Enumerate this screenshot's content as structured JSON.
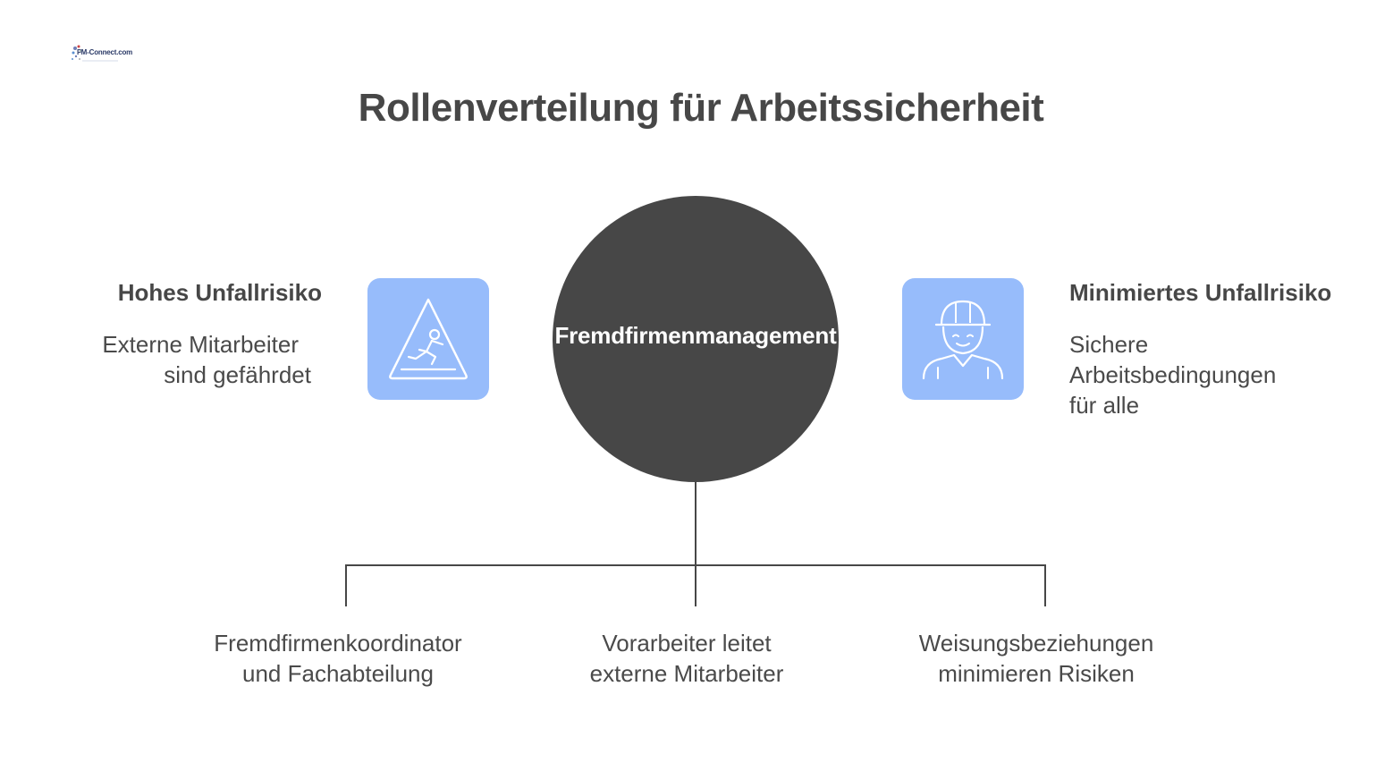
{
  "logo": {
    "text": "FM-Connect.com"
  },
  "title": "Rollenverteilung für Arbeitssicherheit",
  "left": {
    "heading": "Hohes Unfallrisiko",
    "text_lines": [
      "Externe Mitarbeiter",
      "sind gefährdet"
    ],
    "icon": "slippery-floor-warning-icon"
  },
  "center": {
    "label": "Fremdfirmenmanagement"
  },
  "right": {
    "heading": "Minimiertes Unfallrisiko",
    "text_lines": [
      "Sichere",
      "Arbeitsbedingungen",
      "für alle"
    ],
    "icon": "construction-worker-icon"
  },
  "bottom": [
    {
      "lines": [
        "Fremdfirmenkoordinator",
        "und Fachabteilung"
      ]
    },
    {
      "lines": [
        "Vorarbeiter leitet",
        "externe Mitarbeiter"
      ]
    },
    {
      "lines": [
        "Weisungsbeziehungen",
        "minimieren Risiken"
      ]
    }
  ],
  "colors": {
    "icon_background": "#97bcfb",
    "circle": "#474747",
    "text": "#4a4a4a",
    "connector": "#474747"
  }
}
